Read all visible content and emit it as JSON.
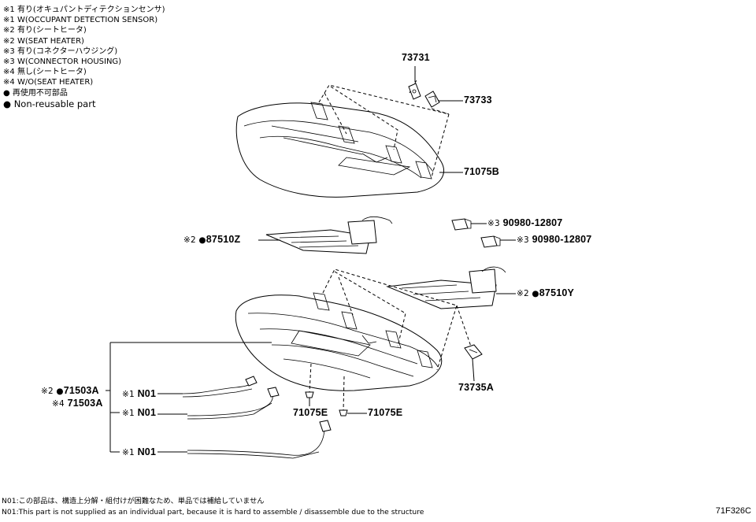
{
  "legend": [
    {
      "mark": "※1",
      "text": "有り(オキュパントディテクションセンサ)"
    },
    {
      "mark": "※1",
      "text": "W(OCCUPANT DETECTION SENSOR)"
    },
    {
      "mark": "※2",
      "text": "有り(シートヒータ)"
    },
    {
      "mark": "※2",
      "text": "W(SEAT HEATER)"
    },
    {
      "mark": "※3",
      "text": "有り(コネクターハウジング)"
    },
    {
      "mark": "※3",
      "text": "W(CONNECTOR HOUSING)"
    },
    {
      "mark": "※4",
      "text": "無し(シートヒータ)"
    },
    {
      "mark": "※4",
      "text": "W/O(SEAT HEATER)"
    },
    {
      "mark": "●",
      "text": "再使用不可部品"
    },
    {
      "mark": "●",
      "text": "Non-reusable part"
    }
  ],
  "parts": {
    "p73731": {
      "prefix": "",
      "number": "73731"
    },
    "p73733": {
      "prefix": "",
      "number": "73733"
    },
    "p71075B": {
      "prefix": "",
      "number": "71075B"
    },
    "p90980a": {
      "prefix": "※3",
      "number": "90980-12807"
    },
    "p90980b": {
      "prefix": "※3",
      "number": "90980-12807"
    },
    "p87510Z": {
      "prefix": "※2 ●",
      "number": "87510Z"
    },
    "p87510Y": {
      "prefix": "※2 ●",
      "number": "87510Y"
    },
    "p73735A": {
      "prefix": "",
      "number": "73735A"
    },
    "p71503A_1": {
      "prefix": "※2 ●",
      "number": "71503A"
    },
    "p71503A_2": {
      "prefix": "※4",
      "number": "71503A"
    },
    "pN01a": {
      "prefix": "※1",
      "number": "N01"
    },
    "pN01b": {
      "prefix": "※1",
      "number": "N01"
    },
    "pN01c": {
      "prefix": "※1",
      "number": "N01"
    },
    "p71075E_1": {
      "prefix": "",
      "number": "71075E"
    },
    "p71075E_2": {
      "prefix": "",
      "number": "71075E"
    }
  },
  "footnotes": {
    "jp": "N01:この部品は、構造上分解・組付けが困難なため、単品では補給していません",
    "en": "N01:This part is not supplied as an individual part, because it is hard to assemble / disassemble due to the structure"
  },
  "diagram_code": "71F326C"
}
